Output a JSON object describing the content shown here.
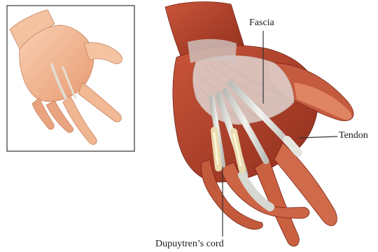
{
  "labels": {
    "fascia": "Fascia",
    "tendon": "Tendon",
    "cord": "Dupuytren’s cord"
  },
  "colors": {
    "skin": "#f2b58f",
    "skin_light": "#f9d3b8",
    "skin_shadow": "#d98e66",
    "muscle": "#b8462e",
    "muscle_dark": "#8e2d1c",
    "tendon": "#dcdcd6",
    "fascia": "#d9c9c4",
    "cord": "#e8d6a0",
    "line": "#333333"
  }
}
